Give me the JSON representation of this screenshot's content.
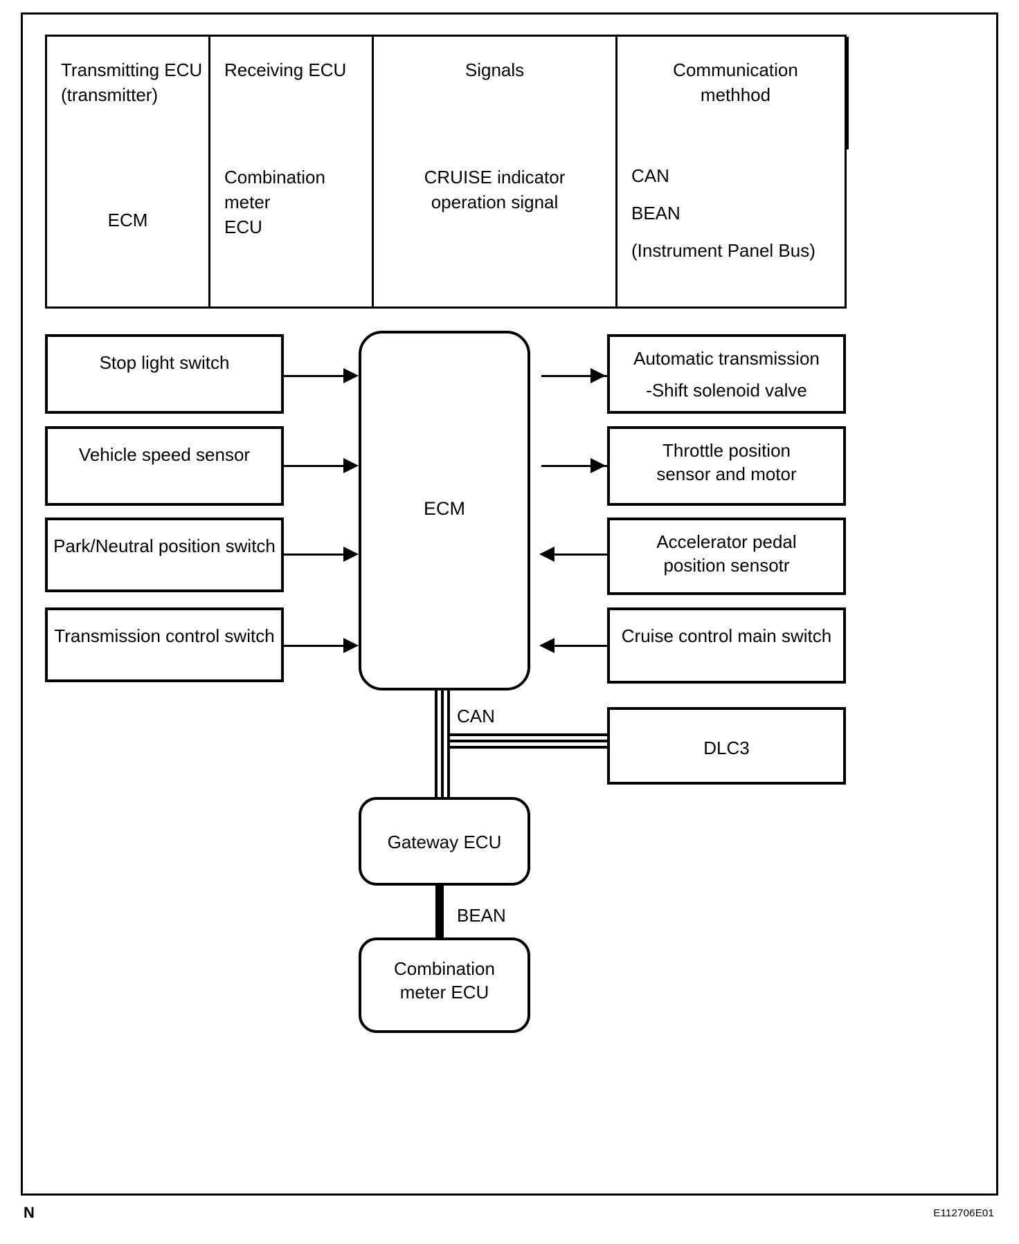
{
  "table": {
    "headers": [
      "Transmitting ECU\n(transmitter)",
      "Receiving ECU",
      "Signals",
      "Communication\nmethhod"
    ],
    "header_line1": [
      "Transmitting ECU",
      "Receiving ECU",
      "Signals",
      "Communication"
    ],
    "header_line2": [
      "(transmitter)",
      "",
      "",
      "methhod"
    ],
    "rows": [
      {
        "transmitting_ecu": "ECM",
        "receiving_ecu_line1": "Combination meter",
        "receiving_ecu_line2": "ECU",
        "signals_line1": "CRUISE indicator",
        "signals_line2": "operation signal",
        "method_line1": "CAN",
        "method_line2": "BEAN",
        "method_line3": "(Instrument Panel Bus)"
      }
    ]
  },
  "diagram": {
    "center_node": "ECM",
    "inputs_left": [
      {
        "label": "Stop light switch"
      },
      {
        "label": "Vehicle speed sensor"
      },
      {
        "label": "Park/Neutral position switch"
      },
      {
        "label": "Transmission control switch"
      }
    ],
    "right_nodes": [
      {
        "line1": "Automatic transmission",
        "line2": "-Shift solenoid valve",
        "direction": "out"
      },
      {
        "line1": "Throttle position",
        "line2": "sensor and motor",
        "direction": "out"
      },
      {
        "line1": "Accelerator pedal",
        "line2": "position sensotr",
        "direction": "in"
      },
      {
        "line1": "Cruise control main switch",
        "line2": "",
        "direction": "in"
      }
    ],
    "bus_can_label": "CAN",
    "bus_bean_label": "BEAN",
    "dlc3_label": "DLC3",
    "gateway_label": "Gateway ECU",
    "combination_meter_line1": "Combination",
    "combination_meter_line2": "meter ECU"
  },
  "footer": {
    "left_mark": "N",
    "figure_code": "E112706E01"
  }
}
